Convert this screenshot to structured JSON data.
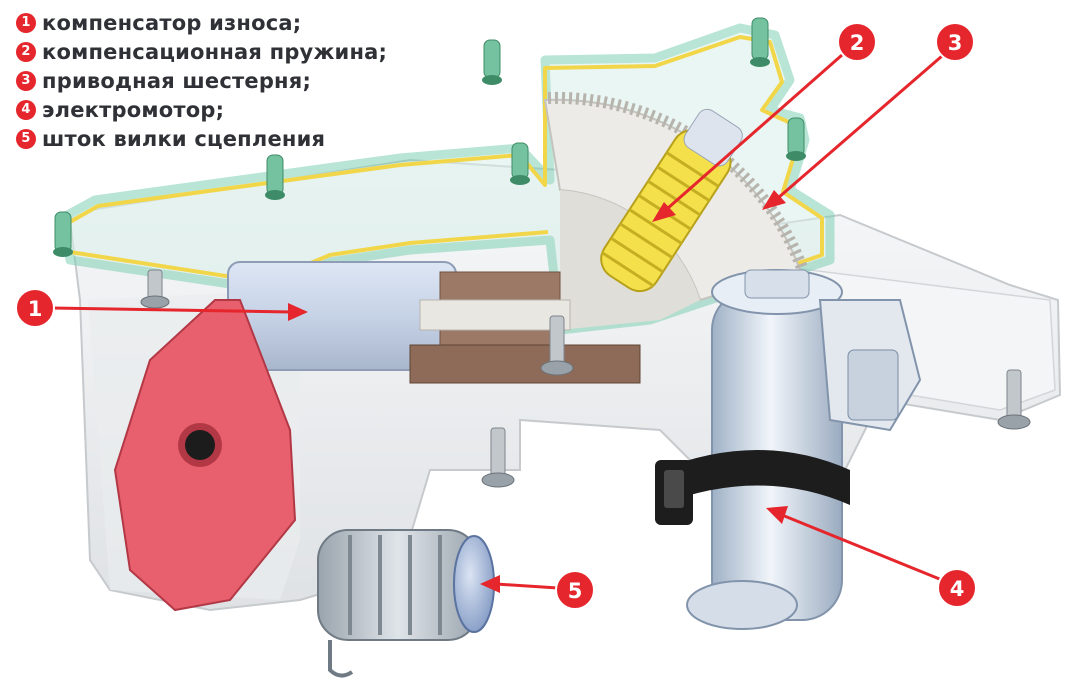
{
  "legend": [
    {
      "num": "1",
      "label": "компенсатор износа;"
    },
    {
      "num": "2",
      "label": "компенсационная пружина;"
    },
    {
      "num": "3",
      "label": "приводная шестерня;"
    },
    {
      "num": "4",
      "label": "электромотор;"
    },
    {
      "num": "5",
      "label": "шток вилки сцепления"
    }
  ],
  "callouts": [
    "1",
    "2",
    "3",
    "4",
    "5"
  ],
  "colors": {
    "marker": "#e5262c",
    "housing": "#eef0f1",
    "seal": "#f2d64a",
    "lid": "#7fd0b4",
    "spring": "#f4e04a",
    "motor": "#c9d7ea",
    "cam": "#e8606e"
  }
}
